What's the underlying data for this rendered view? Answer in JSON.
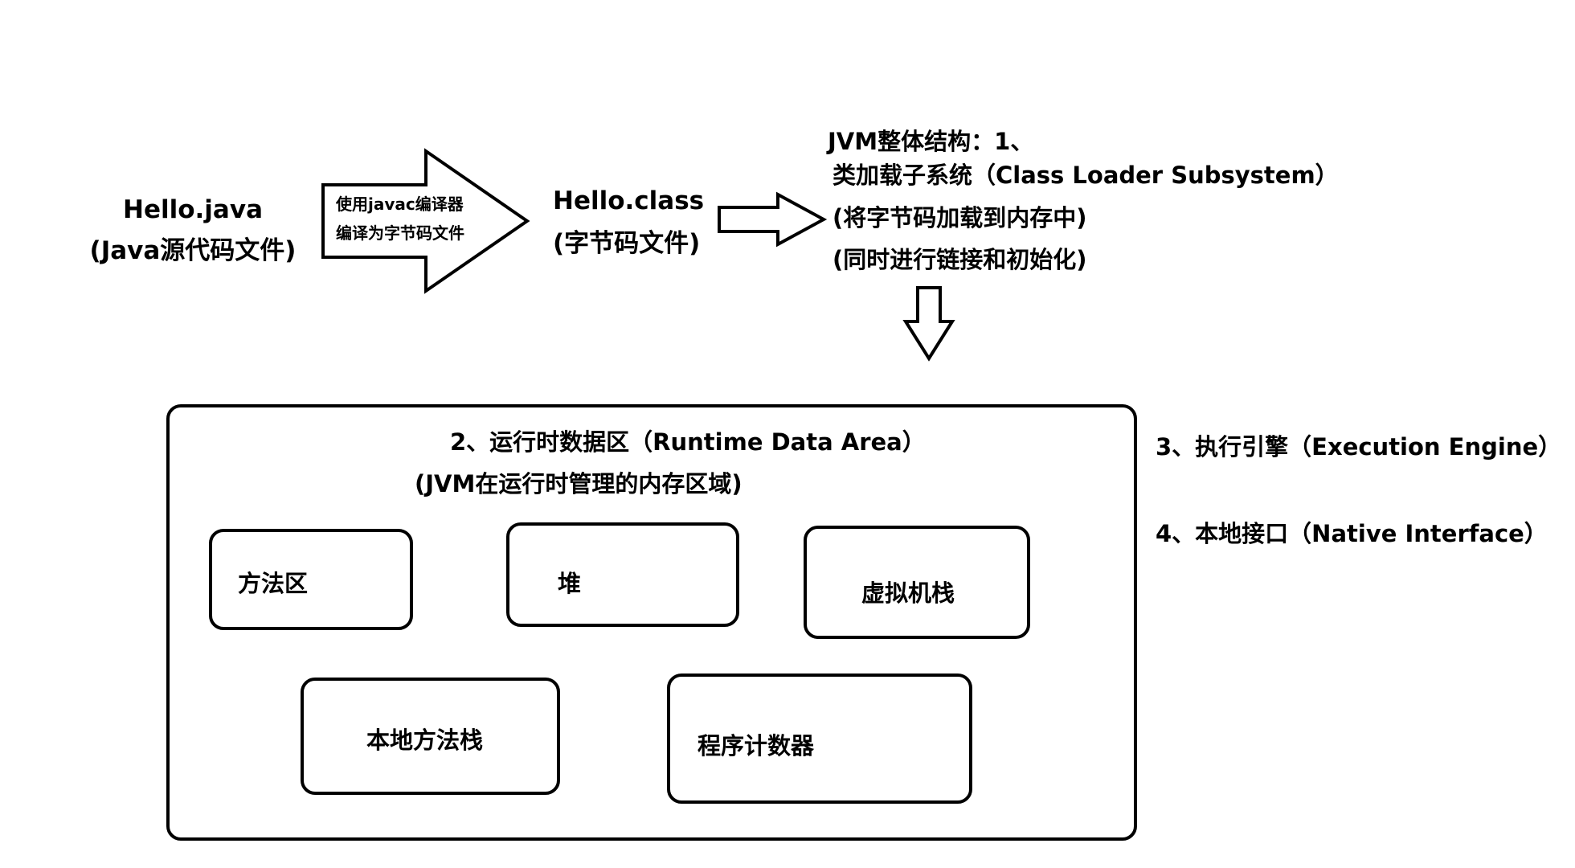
{
  "source_file": {
    "name": "Hello.java",
    "desc": "(Java源代码文件)"
  },
  "compile_arrow": {
    "line1": "使用javac编译器",
    "line2": "编译为字节码文件"
  },
  "class_file": {
    "name": "Hello.class",
    "desc": "(字节码文件)"
  },
  "jvm_structure": {
    "heading": "JVM整体结构：1、",
    "loader_title": "类加载子系统（Class Loader Subsystem）",
    "loader_desc1": "(将字节码加载到内存中)",
    "loader_desc2": "(同时进行链接和初始化)"
  },
  "runtime_area": {
    "title": "2、运行时数据区（Runtime Data Area）",
    "subtitle": "(JVM在运行时管理的内存区域)",
    "method_area": "方法区",
    "heap": "堆",
    "vm_stack": "虚拟机栈",
    "native_stack": "本地方法栈",
    "pc_register": "程序计数器"
  },
  "execution_engine": "3、执行引擎（Execution Engine）",
  "native_interface": "4、本地接口（Native Interface）"
}
